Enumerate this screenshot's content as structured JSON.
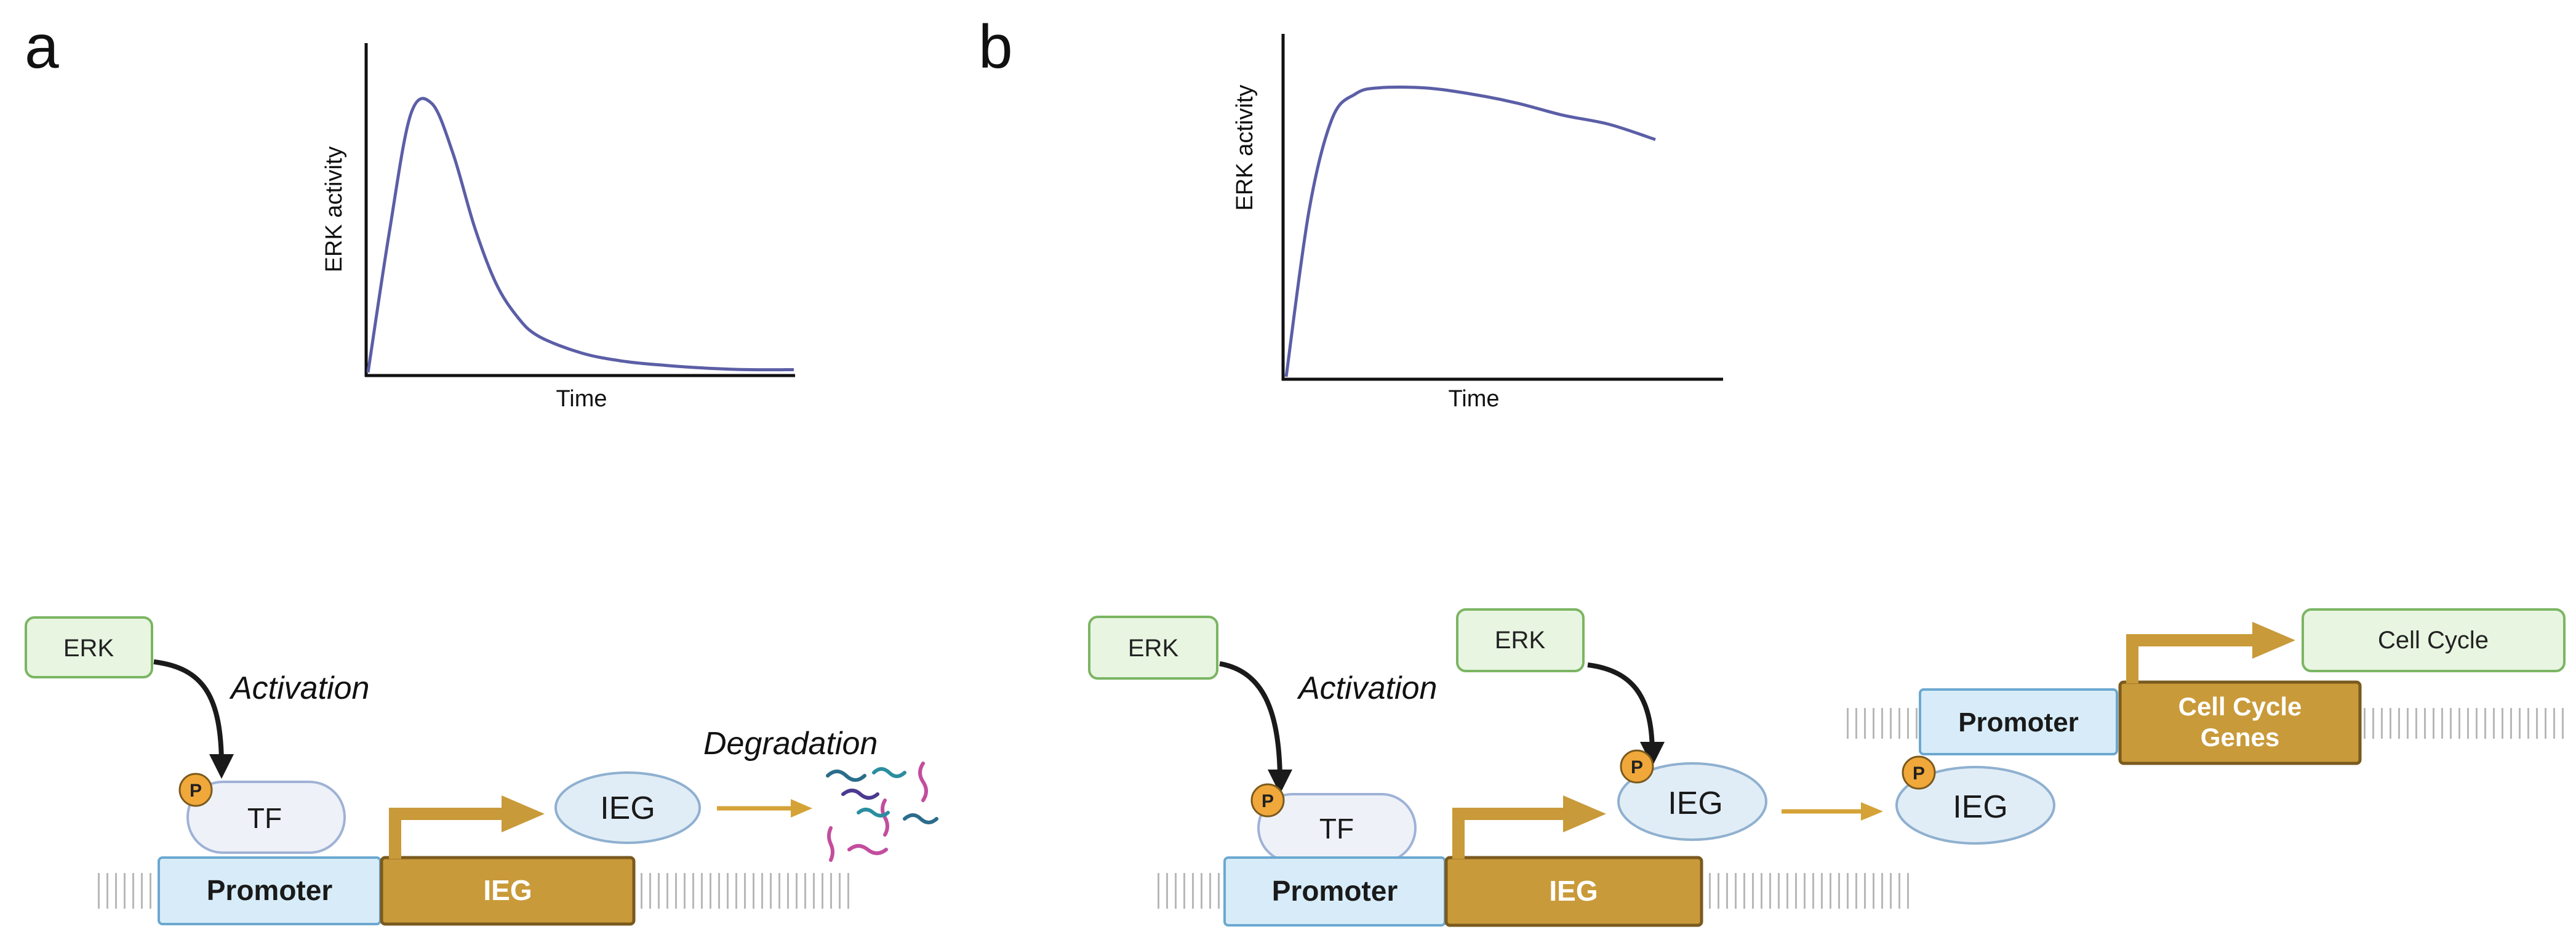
{
  "panels": {
    "a": {
      "letter": "a",
      "chart": {
        "ylabel": "ERK activity",
        "xlabel": "Time"
      },
      "diagram": {
        "erk": "ERK",
        "activation": "Activation",
        "p": "P",
        "tf": "TF",
        "promoter": "Promoter",
        "ieg_gene": "IEG",
        "ieg_protein": "IEG",
        "degradation": "Degradation"
      }
    },
    "b": {
      "letter": "b",
      "chart": {
        "ylabel": "ERK activity",
        "xlabel": "Time"
      },
      "diagram": {
        "erk1": "ERK",
        "activation": "Activation",
        "p1": "P",
        "tf": "TF",
        "promoter1": "Promoter",
        "ieg_gene": "IEG",
        "erk2": "ERK",
        "p2": "P",
        "ieg_protein1": "IEG",
        "p3": "P",
        "ieg_protein2": "IEG",
        "promoter2": "Promoter",
        "cc_genes_line1": "Cell Cycle",
        "cc_genes_line2": "Genes",
        "cell_cycle": "Cell Cycle"
      }
    }
  },
  "chart_data": [
    {
      "type": "line",
      "title": "",
      "xlabel": "Time",
      "ylabel": "ERK activity",
      "description_shape": "transient",
      "x": [
        0,
        0.05,
        0.1,
        0.15,
        0.2,
        0.25,
        0.3,
        0.35,
        0.4,
        0.5,
        0.6,
        0.7,
        0.8,
        0.9,
        1.0
      ],
      "series": [
        {
          "values": [
            0,
            0.5,
            0.92,
            0.96,
            0.78,
            0.52,
            0.32,
            0.2,
            0.13,
            0.07,
            0.04,
            0.025,
            0.015,
            0.01,
            0.01
          ]
        }
      ],
      "grid": false
    },
    {
      "type": "line",
      "title": "",
      "xlabel": "Time",
      "ylabel": "ERK activity",
      "description_shape": "sustained",
      "x": [
        0,
        0.05,
        0.1,
        0.15,
        0.2,
        0.3,
        0.4,
        0.5,
        0.6,
        0.7,
        0.8
      ],
      "series": [
        {
          "values": [
            0,
            0.55,
            0.85,
            0.93,
            0.95,
            0.95,
            0.93,
            0.9,
            0.86,
            0.83,
            0.78
          ]
        }
      ],
      "grid": false
    }
  ],
  "colors": {
    "curve": "#5b5ea6",
    "erk_fill": "#e8f5e1",
    "erk_stroke": "#7bb563",
    "arrow_black": "#1a1a1a",
    "gold": "#d4a237",
    "gold_box": "#c99a3a",
    "gold_box_stroke": "#7a5a1e",
    "promoter_fill": "#d7ecf8",
    "promoter_stroke": "#6ba8d0",
    "oval_fill": "#e1edf6",
    "oval_stroke": "#8fb0d0",
    "tf_fill": "#eef1f8",
    "p_fill": "#f0a83a",
    "dna": "#b8b8b8",
    "rna_colors": [
      "#2b6c8a",
      "#c34d9d",
      "#4c3a90",
      "#2a8ea0"
    ]
  }
}
